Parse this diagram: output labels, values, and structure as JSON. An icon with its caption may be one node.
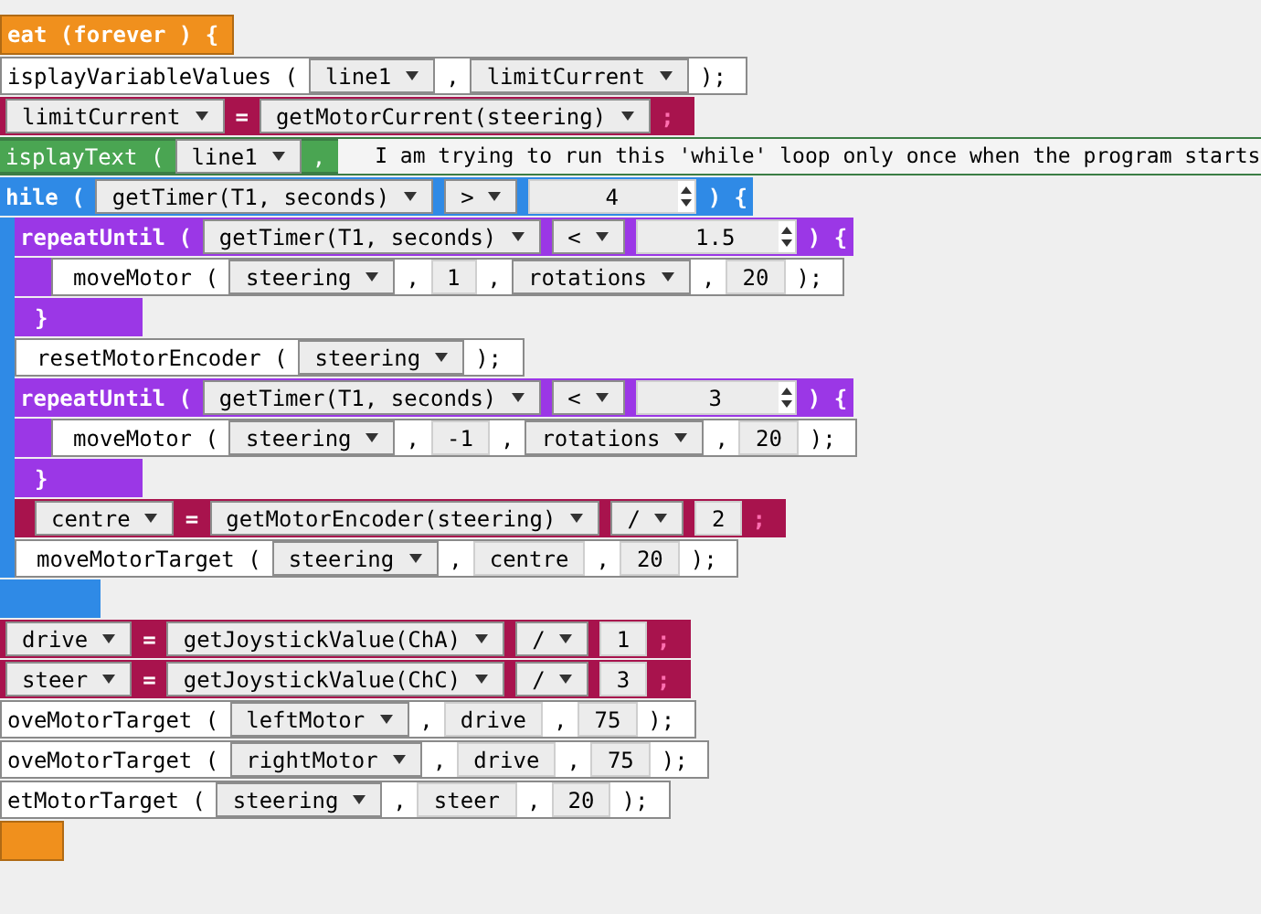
{
  "diagram": {
    "nodes": [
      {
        "text": [
          "eat (forever ) {"
        ]
      },
      {
        "text": [
          "isplayVariableValues (",
          ",",
          ");"
        ]
      },
      {
        "text": [
          "line1"
        ],
        "in": 1
      },
      {
        "text": [
          "limitCurrent"
        ],
        "in": 1
      },
      {
        "text": [
          "=",
          ";"
        ]
      },
      {
        "text": [
          "limitCurrent"
        ],
        "in": 4
      },
      {
        "text": [
          "getMotorCurrent(steering)"
        ],
        "in": 4
      },
      {
        "text": [
          "isplayText (",
          ","
        ]
      },
      {
        "text": [
          "line1"
        ],
        "in": 7
      },
      {
        "text": [
          "I am trying to run this 'while' loop only once when the program starts"
        ],
        "in": 7
      },
      {
        "text": [
          "hile (",
          ") {"
        ]
      },
      {
        "text": [
          "getTimer(T1, seconds)"
        ],
        "in": 10
      },
      {
        "text": [
          ">"
        ],
        "in": 10
      },
      {
        "text": [
          "4"
        ],
        "in": 10
      },
      {
        "text": [
          "repeatUntil (",
          ") {",
          "}"
        ],
        "in": 10
      },
      {
        "text": [
          "getTimer(T1, seconds)"
        ],
        "in": 14
      },
      {
        "text": [
          "<"
        ],
        "in": 14
      },
      {
        "text": [
          "1.5"
        ],
        "in": 14
      },
      {
        "text": [
          "moveMotor (",
          ",",
          ",",
          ",",
          ");"
        ],
        "in": 14
      },
      {
        "text": [
          "steering"
        ],
        "in": 18
      },
      {
        "text": [
          "1"
        ],
        "in": 18
      },
      {
        "text": [
          "rotations"
        ],
        "in": 18
      },
      {
        "text": [
          "20"
        ],
        "in": 18
      },
      {
        "text": [
          "resetMotorEncoder (",
          ");"
        ],
        "in": 10
      },
      {
        "text": [
          "steering"
        ],
        "in": 23
      },
      {
        "text": [
          "repeatUntil (",
          ") {",
          "}"
        ],
        "in": 10
      },
      {
        "text": [
          "getTimer(T1, seconds)"
        ],
        "in": 25
      },
      {
        "text": [
          "<"
        ],
        "in": 25
      },
      {
        "text": [
          "3"
        ],
        "in": 25
      },
      {
        "text": [
          "moveMotor (",
          ",",
          ",",
          ",",
          ");"
        ],
        "in": 25
      },
      {
        "text": [
          "steering"
        ],
        "in": 29
      },
      {
        "text": [
          "-1"
        ],
        "in": 29
      },
      {
        "text": [
          "rotations"
        ],
        "in": 29
      },
      {
        "text": [
          "20"
        ],
        "in": 29
      },
      {
        "text": [
          "=",
          ";"
        ],
        "in": 10
      },
      {
        "text": [
          "centre"
        ],
        "in": 34
      },
      {
        "text": [
          "getMotorEncoder(steering)"
        ],
        "in": 34
      },
      {
        "text": [
          "/"
        ],
        "in": 34
      },
      {
        "text": [
          "2"
        ],
        "in": 34
      },
      {
        "text": [
          "moveMotorTarget (",
          ",",
          ",",
          ");"
        ],
        "in": 10
      },
      {
        "text": [
          "steering"
        ],
        "in": 39
      },
      {
        "text": [
          "centre"
        ],
        "in": 39
      },
      {
        "text": [
          "20"
        ],
        "in": 39
      },
      {
        "text": [
          "=",
          ";"
        ]
      },
      {
        "text": [
          "drive"
        ],
        "in": 43
      },
      {
        "text": [
          "getJoystickValue(ChA)"
        ],
        "in": 43
      },
      {
        "text": [
          "/"
        ],
        "in": 43
      },
      {
        "text": [
          "1"
        ],
        "in": 43
      },
      {
        "text": [
          "=",
          ";"
        ]
      },
      {
        "text": [
          "steer"
        ],
        "in": 48
      },
      {
        "text": [
          "getJoystickValue(ChC)"
        ],
        "in": 48
      },
      {
        "text": [
          "/"
        ],
        "in": 48
      },
      {
        "text": [
          "3"
        ],
        "in": 48
      },
      {
        "text": [
          "oveMotorTarget (",
          ",",
          ",",
          ");"
        ]
      },
      {
        "text": [
          "leftMotor"
        ],
        "in": 53
      },
      {
        "text": [
          "drive"
        ],
        "in": 53
      },
      {
        "text": [
          "75"
        ],
        "in": 53
      },
      {
        "text": [
          "oveMotorTarget (",
          ",",
          ",",
          ");"
        ]
      },
      {
        "text": [
          "rightMotor"
        ],
        "in": 57
      },
      {
        "text": [
          "drive"
        ],
        "in": 57
      },
      {
        "text": [
          "75"
        ],
        "in": 57
      },
      {
        "text": [
          "etMotorTarget (",
          ",",
          ",",
          ");"
        ]
      },
      {
        "text": [
          "steering"
        ],
        "in": 61
      },
      {
        "text": [
          "steer"
        ],
        "in": 61
      },
      {
        "text": [
          "20"
        ],
        "in": 61
      }
    ]
  }
}
